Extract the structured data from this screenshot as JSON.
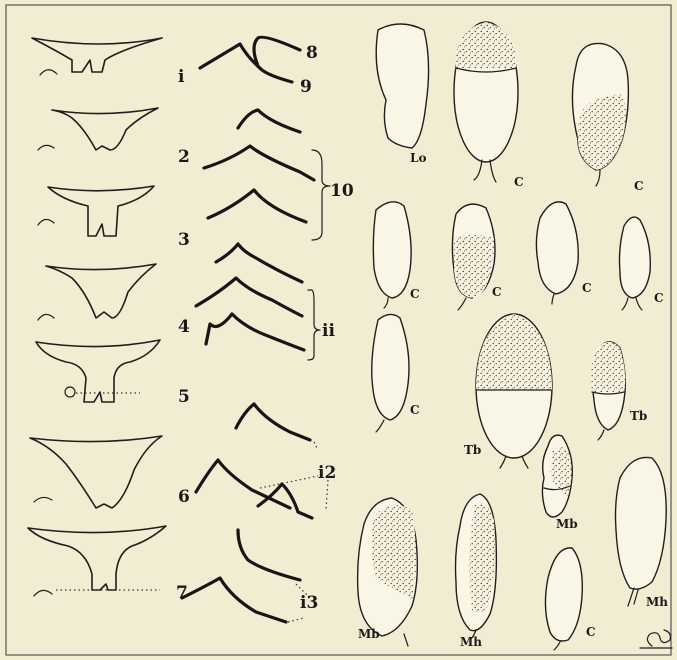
{
  "figure": {
    "labels": {
      "n1": "i",
      "n2": "2",
      "n3": "3",
      "n4": "4",
      "n5": "5",
      "n6": "6",
      "n7": "7",
      "n8": "8",
      "n9": "9",
      "n10": "10",
      "n11": "ii",
      "n12": "i2",
      "n13": "i3"
    },
    "seed_labels": {
      "s1": "Lo",
      "s2": "C",
      "s3": "C",
      "s4": "C",
      "s5": "C",
      "s6": "C",
      "s7": "C",
      "s8": "C",
      "s9": "Tb",
      "s10": "Tb",
      "s11": "Mb",
      "s12": "Mb",
      "s13": "Mh",
      "s14": "C",
      "s15": "Mh"
    },
    "signature": "CB"
  }
}
